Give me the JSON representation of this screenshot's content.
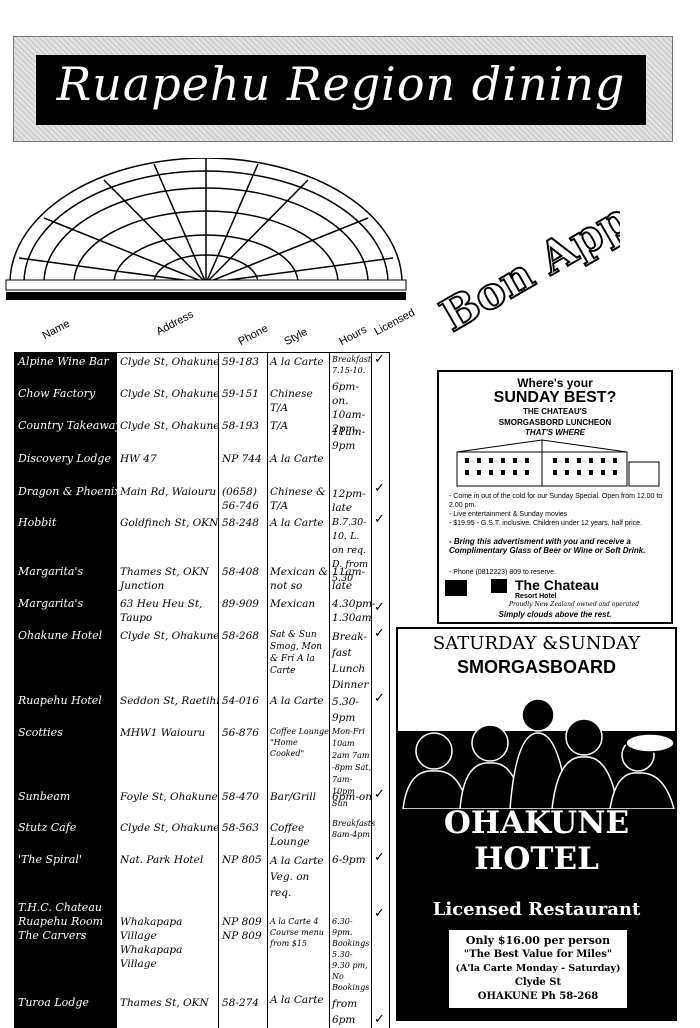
{
  "header": {
    "title": "Ruapehu Region dining"
  },
  "logo": {
    "text": "Bon Appetit"
  },
  "columns": [
    "Name",
    "Address",
    "Phone",
    "Style",
    "Hours",
    "Licensed"
  ],
  "rows": [
    {
      "name": "Alpine Wine Bar",
      "address": "Clyde St, Ohakune",
      "phone": "59-183",
      "style": "A la Carte",
      "hours": "Breakfast 7.15-10.",
      "licensed": "✓"
    },
    {
      "name": "Chow Factory",
      "address": "Clyde St, Ohakune",
      "phone": "59-151",
      "style": "Chinese T/A",
      "hours": "6pm-on. 10am-2pm,",
      "licensed": ""
    },
    {
      "name": "Country Takeaways",
      "address": "Clyde St, Ohakune",
      "phone": "58-193",
      "style": "T/A",
      "hours": "11am-9pm",
      "licensed": ""
    },
    {
      "name": "Discovery Lodge",
      "address": "HW 47",
      "phone": "NP 744",
      "style": "A la Carte",
      "hours": "",
      "licensed": ""
    },
    {
      "name": "Dragon & Phoenix",
      "address": "Main Rd, Waiouru",
      "phone": "(0658) 56-746",
      "style": "Chinese & T/A",
      "hours": "12pm-late",
      "licensed": "✓"
    },
    {
      "name": "Hobbit",
      "address": "Goldfinch St, OKN",
      "phone": "58-248",
      "style": "A la Carte",
      "hours": "B.7.30-10. L. on req. D. from 5.30",
      "licensed": "✓"
    },
    {
      "name": "Margarita's",
      "address": "Thames St, OKN Junction",
      "phone": "58-408",
      "style": "Mexican & not so",
      "hours": "11am-late",
      "licensed": ""
    },
    {
      "name": "Margarita's",
      "address": "63 Heu Heu St, Taupo",
      "phone": "89-909",
      "style": "Mexican",
      "hours": "4.30pm-1.30am",
      "licensed": "✓"
    },
    {
      "name": "Ohakune Hotel",
      "address": "Clyde St, Ohakune",
      "phone": "58-268",
      "style": "Sat & Sun Smog, Mon & Fri A la Carte",
      "hours": "Break-fast Lunch Dinner",
      "licensed": "✓"
    },
    {
      "name": "Ruapehu Hotel",
      "address": "Seddon St, Raetihi",
      "phone": "54-016",
      "style": "A la Carte",
      "hours": "5.30-9pm",
      "licensed": "✓"
    },
    {
      "name": "Scotties",
      "address": "MHW1 Waiouru",
      "phone": "56-876",
      "style": "Coffee Lounge \"Home Cooked\"",
      "hours": "Mon-Fri 10am 2am 7am -8pm Sat, 7am-10pm Sun",
      "licensed": ""
    },
    {
      "name": "Sunbeam",
      "address": "Foyle St, Ohakune",
      "phone": "58-470",
      "style": "Bar/Grill",
      "hours": "6pm-on",
      "licensed": "✓"
    },
    {
      "name": "Stutz Cafe",
      "address": "Clyde St, Ohakune",
      "phone": "58-563",
      "style": "Coffee Lounge",
      "hours": "Breakfasts 8am-4pm",
      "licensed": ""
    },
    {
      "name": "'The Spiral'",
      "address": "Nat. Park Hotel",
      "phone": "NP 805",
      "style": "A la Carte Veg. on req.",
      "hours": "6-9pm",
      "licensed": "✓"
    },
    {
      "name": "T.H.C. Chateau Ruapehu Room The Carvers",
      "address": "Whakapapa Village Whakapapa Village",
      "phone": "NP 809 NP 809",
      "style": "A la Carte 4 Course menu from $15",
      "hours": "6.30-9pm. Bookings 5.30-9.30 pm, No Bookings",
      "licensed": "✓"
    },
    {
      "name": "Turoa Lodge",
      "address": "Thames St, OKN",
      "phone": "58-274",
      "style": "A la Carte",
      "hours": "from 6pm",
      "licensed": "✓"
    }
  ],
  "ad_chateau": {
    "line1": "Where's your",
    "line2": "SUNDAY BEST?",
    "line3": "THE CHATEAU'S",
    "line4": "SMORGASBORD LUNCHEON",
    "line5": "THAT'S WHERE",
    "bullet1": "- Come in out of the cold for our Sunday Special. Open from 12.00 to 2.00 pm.",
    "bullet2": "- Live entertainment & Sunday movies",
    "bullet3": "- $19.95 - G.S.T. inclusive. Children under 12 years, half price.",
    "bring": "- Bring this advertisment with you and receive a Complimentary Glass of Beer or Wine or Soft Drink.",
    "phone": "- Phone (0812223) 809 to reserve.",
    "brand": "The Chateau",
    "brand_sub": "Resort Hotel",
    "proudly": "Proudly New Zealand owned and operated",
    "slogan": "Simply clouds above the rest."
  },
  "ad_ohakune": {
    "top1": "SATURDAY &SUNDAY",
    "top2": "SMORGASBOARD",
    "name1": "OHAKUNE",
    "name2": "HOTEL",
    "licensed": "Licensed Restaurant",
    "price": "Only $16.00 per person",
    "value": "\"The Best Value for Miles\"",
    "alacarte": "(A'la Carte Monday - Saturday)",
    "street": "Clyde St",
    "phone": "OHAKUNE Ph 58-268"
  }
}
